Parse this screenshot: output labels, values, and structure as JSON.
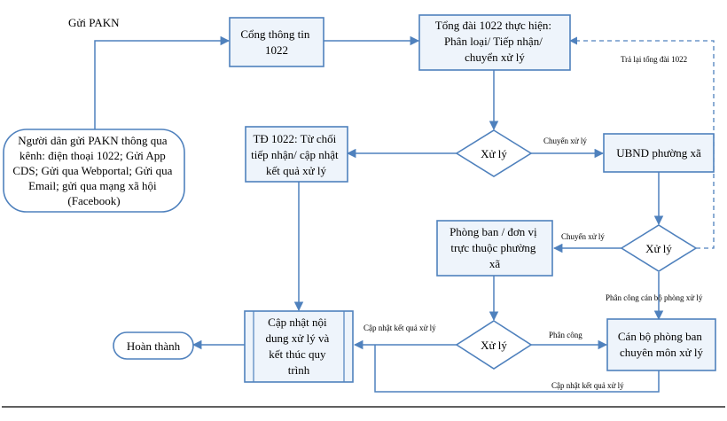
{
  "nodes": {
    "citizen": [
      "Người dân gửi PAKN thông qua",
      "kênh: điện thoại 1022; Gửi App",
      "CDS; Gửi qua Webportal; Gửi qua",
      "Email; gửi qua mạng xã hội",
      "(Facebook)"
    ],
    "portal": [
      "Cổng thông tin",
      "1022"
    ],
    "switchboard": [
      "Tổng đài 1022 thực hiện:",
      "Phân loại/ Tiếp nhận/",
      "chuyển xử lý"
    ],
    "decision1": [
      "Xử lý"
    ],
    "td1022": [
      "TĐ 1022: Từ chối",
      "tiếp nhận/ cập nhật",
      "kết quả xử lý"
    ],
    "ubnd": [
      "UBND phường xã"
    ],
    "decision2": [
      "Xử lý"
    ],
    "department": [
      "Phòng ban / đơn vị",
      "trực thuộc phường",
      "xã"
    ],
    "decision3": [
      "Xử lý"
    ],
    "staff": [
      "Cán bộ phòng ban",
      "chuyên môn xử lý"
    ],
    "update": [
      "Cập nhật nội",
      "dung xử lý và",
      "kết thúc quy",
      "trình"
    ],
    "done": [
      "Hoàn thành"
    ]
  },
  "labels": {
    "send_pakn": "Gửi PAKN",
    "forward_1": "Chuyển xử lý",
    "return_switchboard": "Trả lại tổng đài 1022",
    "forward_2": "Chuyển xử lý",
    "assign_staff": "Phân công cán bộ phòng xử lý",
    "update_result_1": "Cập nhật kết quả xử lý",
    "assign": "Phân công",
    "update_result_2": "Cập nhật kết quả xử lý"
  },
  "colors": {
    "stroke": "#4f81bd",
    "fill": "#eef4fb",
    "text": "#000000"
  }
}
